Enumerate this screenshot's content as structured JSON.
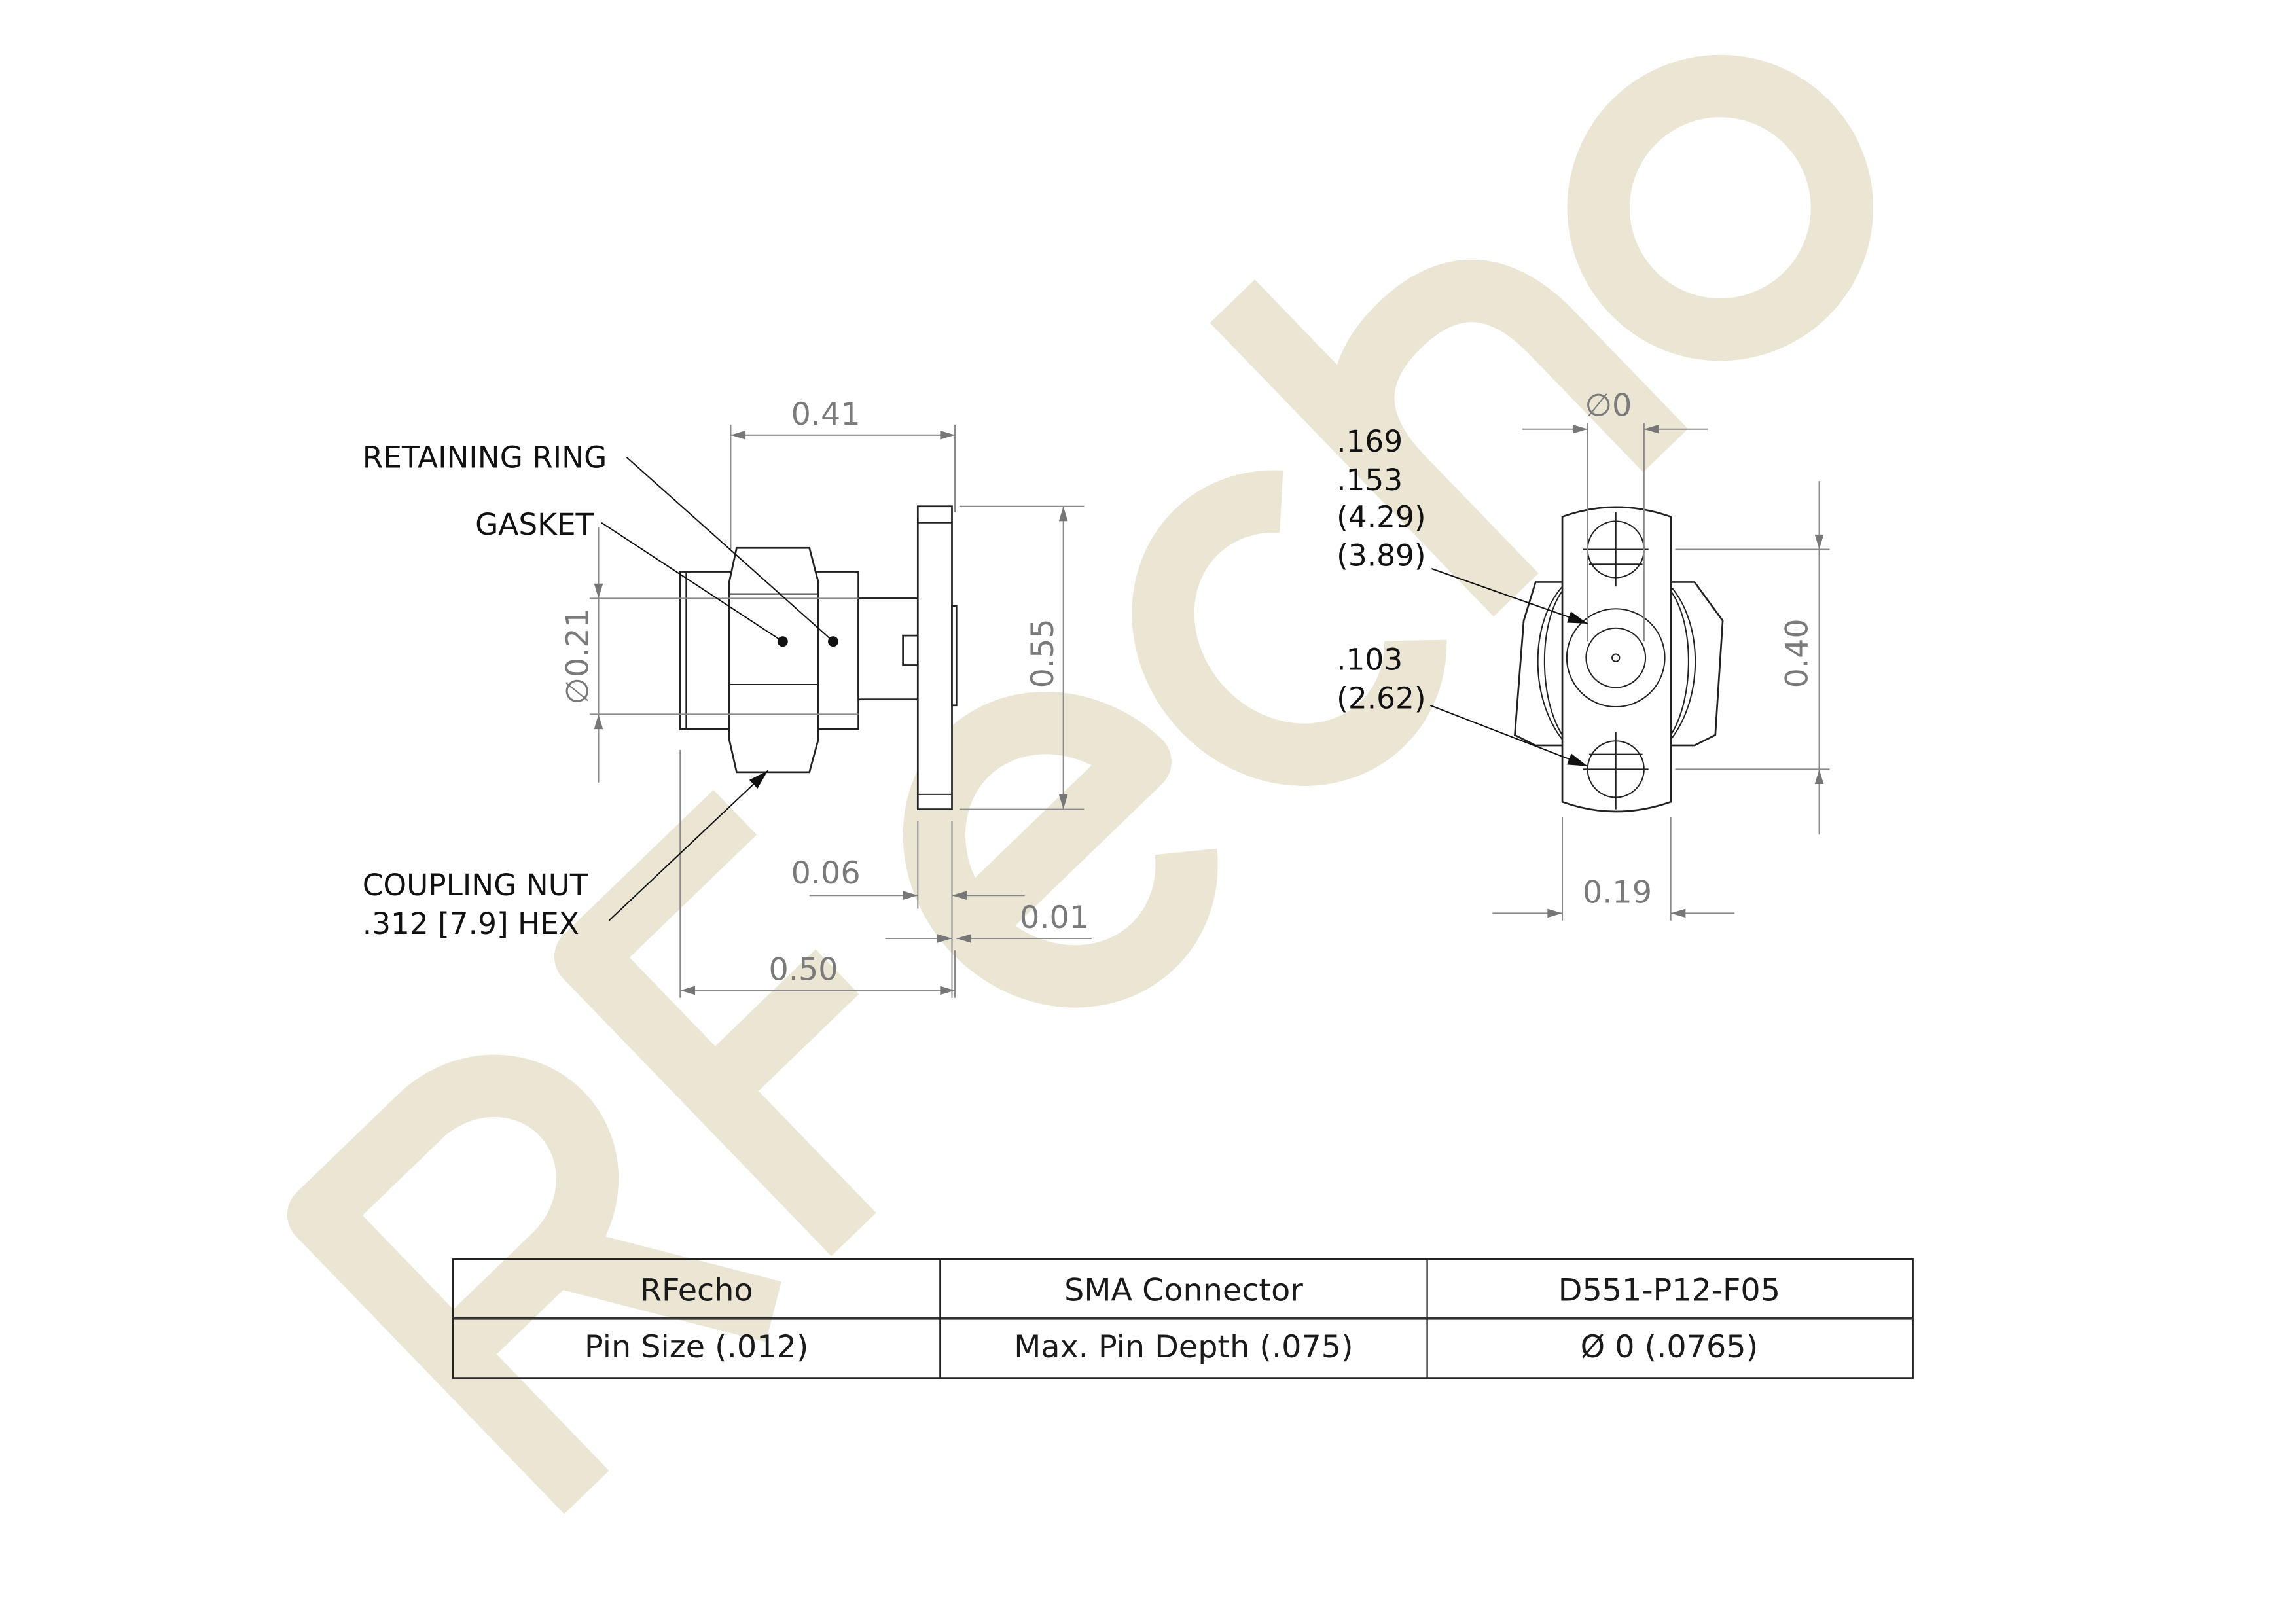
{
  "watermark": "RFecho",
  "side_view": {
    "labels": {
      "retaining_ring": "RETAINING RING",
      "gasket": "GASKET",
      "coupling_nut": "COUPLING NUT",
      "coupling_nut_size": ".312 [7.9] HEX"
    },
    "dimensions": {
      "length_front": "0.41",
      "flange_height": "0.55",
      "body_diameter": "∅0.21",
      "flange_thickness": "0.06",
      "step": "0.01",
      "overall_length": "0.50"
    }
  },
  "front_view": {
    "dimensions": {
      "hole_diameter": "∅0",
      "hole_spacing": "0.40",
      "flange_width": "0.19"
    },
    "callout_1": [
      ".169",
      ".153",
      "(4.29)",
      "(3.89)"
    ],
    "callout_2": [
      ".103",
      "(2.62)"
    ]
  },
  "title_block": {
    "rows": [
      [
        "RFecho",
        "SMA Connector",
        "D551-P12-F05"
      ],
      [
        "Pin Size (.012)",
        "Max. Pin Depth (.075)",
        "Ø 0 (.0765)"
      ]
    ]
  },
  "colors": {
    "watermark": "#ebe5d3",
    "dimension": "#7a7a7a",
    "line": "#222222"
  }
}
